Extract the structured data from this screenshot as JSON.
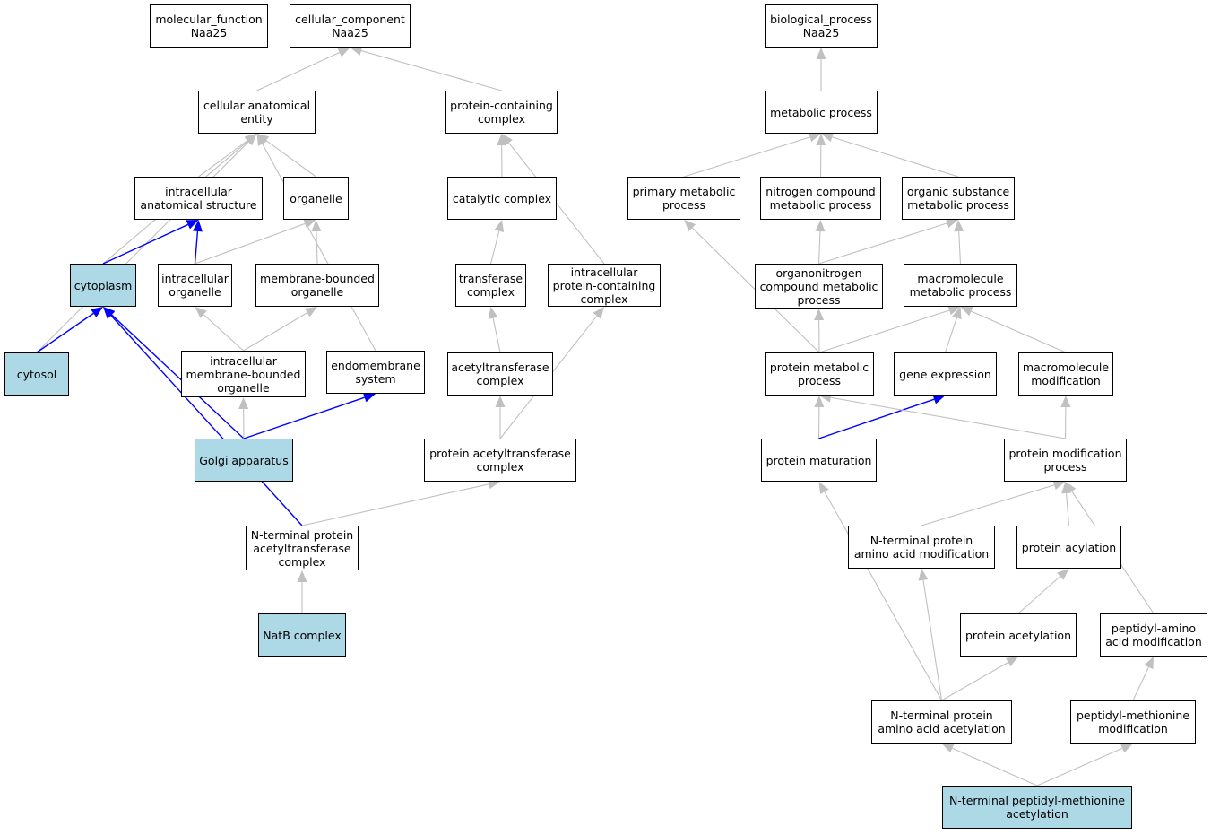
{
  "colors": {
    "edge_default": "#c0c0c0",
    "edge_highlight": "#0000ff",
    "node_highlight": "#add8e6",
    "node_default": "#ffffff"
  },
  "nodes": {
    "mf_root": {
      "lines": [
        "molecular_function",
        "Naa25"
      ]
    },
    "cc_root": {
      "lines": [
        "cellular_component",
        "Naa25"
      ]
    },
    "bp_root": {
      "lines": [
        "biological_process",
        "Naa25"
      ]
    },
    "cae": {
      "lines": [
        "cellular anatomical",
        "entity"
      ]
    },
    "pcc": {
      "lines": [
        "protein-containing",
        "complex"
      ]
    },
    "ias": {
      "lines": [
        "intracellular",
        "anatomical structure"
      ]
    },
    "organelle": {
      "lines": [
        "organelle"
      ]
    },
    "catcx": {
      "lines": [
        "catalytic complex"
      ]
    },
    "cytoplasm": {
      "lines": [
        "cytoplasm"
      ],
      "highlight": true
    },
    "io": {
      "lines": [
        "intracellular",
        "organelle"
      ]
    },
    "mbo": {
      "lines": [
        "membrane-bounded",
        "organelle"
      ]
    },
    "trcx": {
      "lines": [
        "transferase",
        "complex"
      ]
    },
    "ipcc": {
      "lines": [
        "intracellular",
        "protein-containing",
        "complex"
      ]
    },
    "cytosol": {
      "lines": [
        "cytosol"
      ],
      "highlight": true
    },
    "imbo": {
      "lines": [
        "intracellular",
        "membrane-bounded",
        "organelle"
      ]
    },
    "endo": {
      "lines": [
        "endomembrane",
        "system"
      ]
    },
    "actcx": {
      "lines": [
        "acetyltransferase",
        "complex"
      ]
    },
    "golgi": {
      "lines": [
        "Golgi apparatus"
      ],
      "highlight": true
    },
    "patcx": {
      "lines": [
        "protein acetyltransferase",
        "complex"
      ]
    },
    "ntpatcx": {
      "lines": [
        "N-terminal protein",
        "acetyltransferase",
        "complex"
      ]
    },
    "natb": {
      "lines": [
        "NatB complex"
      ],
      "highlight": true
    },
    "metab": {
      "lines": [
        "metabolic process"
      ]
    },
    "primary": {
      "lines": [
        "primary metabolic",
        "process"
      ]
    },
    "nitro": {
      "lines": [
        "nitrogen compound",
        "metabolic process"
      ]
    },
    "orgsub": {
      "lines": [
        "organic substance",
        "metabolic process"
      ]
    },
    "orgnitro": {
      "lines": [
        "organonitrogen",
        "compound metabolic",
        "process"
      ]
    },
    "macromet": {
      "lines": [
        "macromolecule",
        "metabolic process"
      ]
    },
    "protmet": {
      "lines": [
        "protein metabolic",
        "process"
      ]
    },
    "geneexp": {
      "lines": [
        "gene expression"
      ]
    },
    "macromod": {
      "lines": [
        "macromolecule",
        "modification"
      ]
    },
    "protmat": {
      "lines": [
        "protein maturation"
      ]
    },
    "protmod": {
      "lines": [
        "protein modification",
        "process"
      ]
    },
    "ntpaam": {
      "lines": [
        "N-terminal protein",
        "amino acid modification"
      ]
    },
    "protacyl": {
      "lines": [
        "protein acylation"
      ]
    },
    "protacet": {
      "lines": [
        "protein acetylation"
      ]
    },
    "pepaam": {
      "lines": [
        "peptidyl-amino",
        "acid modification"
      ]
    },
    "ntpaaa": {
      "lines": [
        "N-terminal protein",
        "amino acid acetylation"
      ]
    },
    "pepmet": {
      "lines": [
        "peptidyl-methionine",
        "modification"
      ]
    },
    "ntpma": {
      "lines": [
        "N-terminal peptidyl-methionine",
        "acetylation"
      ],
      "highlight": true
    }
  },
  "edges": [
    {
      "from": "cae",
      "to": "cc_root"
    },
    {
      "from": "pcc",
      "to": "cc_root"
    },
    {
      "from": "ias",
      "to": "cae"
    },
    {
      "from": "organelle",
      "to": "cae"
    },
    {
      "from": "cytoplasm",
      "to": "cae"
    },
    {
      "from": "cytosol",
      "to": "cae"
    },
    {
      "from": "endo",
      "to": "cae"
    },
    {
      "from": "cytoplasm",
      "to": "ias",
      "highlight": true
    },
    {
      "from": "io",
      "to": "ias",
      "highlight": true
    },
    {
      "from": "io",
      "to": "organelle"
    },
    {
      "from": "mbo",
      "to": "organelle"
    },
    {
      "from": "cytosol",
      "to": "cytoplasm",
      "highlight": true
    },
    {
      "from": "golgi",
      "to": "cytoplasm",
      "highlight": true
    },
    {
      "from": "ntpatcx",
      "to": "cytoplasm",
      "highlight": true
    },
    {
      "from": "imbo",
      "to": "io"
    },
    {
      "from": "imbo",
      "to": "mbo"
    },
    {
      "from": "golgi",
      "to": "imbo"
    },
    {
      "from": "golgi",
      "to": "endo",
      "highlight": true
    },
    {
      "from": "catcx",
      "to": "pcc"
    },
    {
      "from": "ipcc",
      "to": "pcc"
    },
    {
      "from": "trcx",
      "to": "catcx"
    },
    {
      "from": "actcx",
      "to": "trcx"
    },
    {
      "from": "patcx",
      "to": "actcx"
    },
    {
      "from": "patcx",
      "to": "ipcc"
    },
    {
      "from": "ntpatcx",
      "to": "patcx"
    },
    {
      "from": "natb",
      "to": "ntpatcx"
    },
    {
      "from": "metab",
      "to": "bp_root"
    },
    {
      "from": "primary",
      "to": "metab"
    },
    {
      "from": "nitro",
      "to": "metab"
    },
    {
      "from": "orgsub",
      "to": "metab"
    },
    {
      "from": "orgnitro",
      "to": "nitro"
    },
    {
      "from": "orgnitro",
      "to": "orgsub"
    },
    {
      "from": "macromet",
      "to": "orgsub"
    },
    {
      "from": "protmet",
      "to": "primary"
    },
    {
      "from": "protmet",
      "to": "orgnitro"
    },
    {
      "from": "protmet",
      "to": "macromet"
    },
    {
      "from": "geneexp",
      "to": "macromet"
    },
    {
      "from": "macromod",
      "to": "macromet"
    },
    {
      "from": "protmat",
      "to": "protmet"
    },
    {
      "from": "protmat",
      "to": "geneexp",
      "highlight": true
    },
    {
      "from": "protmod",
      "to": "protmet"
    },
    {
      "from": "protmod",
      "to": "macromod"
    },
    {
      "from": "ntpaam",
      "to": "protmod"
    },
    {
      "from": "protacyl",
      "to": "protmod"
    },
    {
      "from": "pepaam",
      "to": "protmod"
    },
    {
      "from": "protacet",
      "to": "protacyl"
    },
    {
      "from": "ntpaaa",
      "to": "protmat"
    },
    {
      "from": "ntpaaa",
      "to": "ntpaam"
    },
    {
      "from": "ntpaaa",
      "to": "protacet"
    },
    {
      "from": "pepmet",
      "to": "pepaam"
    },
    {
      "from": "ntpma",
      "to": "ntpaaa"
    },
    {
      "from": "ntpma",
      "to": "pepmet"
    }
  ]
}
